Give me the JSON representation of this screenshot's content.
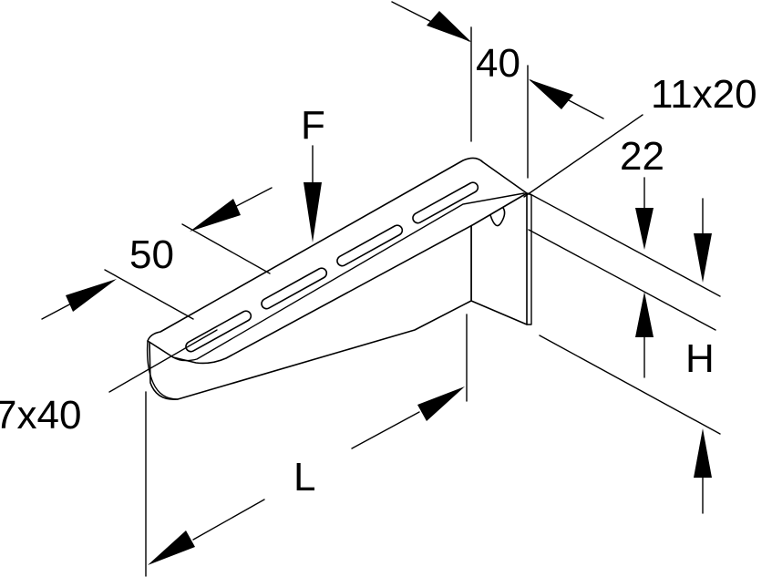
{
  "labels": {
    "width_top": "40",
    "slot_large": "11x20",
    "hole_offset": "22",
    "force": "F",
    "slot_pitch": "50",
    "slot_small": "7x40",
    "length": "L",
    "height": "H"
  }
}
